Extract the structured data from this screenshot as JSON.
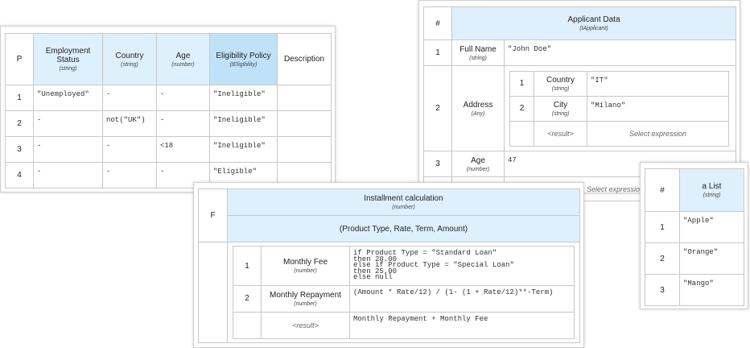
{
  "decision_table": {
    "hit_policy": "P",
    "columns": [
      {
        "title": "Employment Status",
        "type": "(string)"
      },
      {
        "title": "Country",
        "type": "(string)"
      },
      {
        "title": "Age",
        "type": "(number)"
      },
      {
        "title": "Eligibility Policy",
        "type": "(tEligibility)"
      },
      {
        "title": "Description",
        "type": ""
      }
    ],
    "rows": [
      {
        "num": "1",
        "cells": [
          "\"Unemployed\"",
          "-",
          "-",
          "\"Ineligible\"",
          ""
        ]
      },
      {
        "num": "2",
        "cells": [
          "-",
          "not(\"UK\")",
          "-",
          "\"Ineligible\"",
          ""
        ]
      },
      {
        "num": "3",
        "cells": [
          "-",
          "-",
          "<18",
          "\"Ineligible\"",
          ""
        ]
      },
      {
        "num": "4",
        "cells": [
          "-",
          "-",
          "-",
          "\"Eligible\"",
          ""
        ]
      }
    ]
  },
  "context": {
    "hash": "#",
    "title": "Applicant Data",
    "type": "(tApplicant)",
    "rows": {
      "r1": {
        "num": "1",
        "name": "Full Name",
        "type": "(string)",
        "value": "\"John Doe\""
      },
      "r2": {
        "num": "2",
        "name": "Address",
        "type": "(Any)",
        "nested": {
          "n1": {
            "num": "1",
            "name": "Country",
            "type": "(string)",
            "value": "\"IT\""
          },
          "n2": {
            "num": "2",
            "name": "City",
            "type": "(string)",
            "value": "\"Milano\""
          },
          "result": "<result>",
          "select": "Select expression"
        }
      },
      "r3": {
        "num": "3",
        "name": "Age",
        "type": "(number)",
        "value": "47"
      },
      "r4": {
        "select": "Select expression"
      }
    }
  },
  "function": {
    "kind": "F",
    "title": "Installment calculation",
    "type": "(number)",
    "params": "(Product Type, Rate, Term, Amount)",
    "entries": {
      "e1": {
        "num": "1",
        "name": "Monthly Fee",
        "type": "(number)",
        "code": "if Product Type = \"Standard Loan\"\nthen 20.00\nelse if Product Type = \"Special Loan\"\nthen 25.00\nelse null"
      },
      "e2": {
        "num": "2",
        "name": "Monthly Repayment",
        "type": "(number)",
        "code": "(Amount * Rate/12) / (1- (1 + Rate/12)**-Term)"
      },
      "result": {
        "label": "<result>",
        "code": "Monthly Repayment + Monthly Fee"
      }
    }
  },
  "list": {
    "hash": "#",
    "title": "a List",
    "type": "(string)",
    "rows": [
      {
        "num": "1",
        "value": "\"Apple\""
      },
      {
        "num": "2",
        "value": "\"Orange\""
      },
      {
        "num": "3",
        "value": "\"Mango\""
      }
    ]
  }
}
